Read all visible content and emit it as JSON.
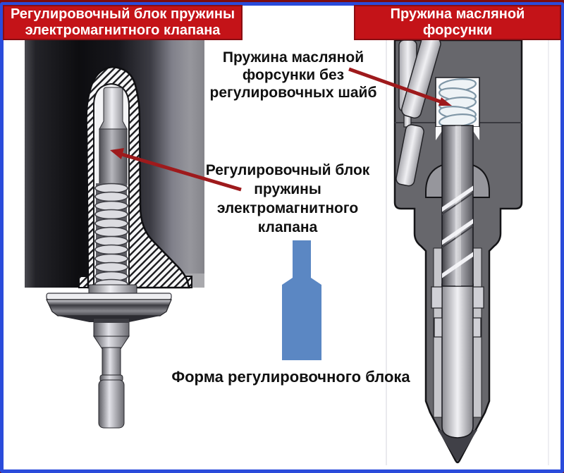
{
  "colors": {
    "border_blue": "#2a4bdb",
    "top_line_dark_red": "#7d0c10",
    "banner_red": "#c41318",
    "banner_text": "#ffffff",
    "arrow_red": "#9e1a1c",
    "block_shape_blue": "#5b87c3",
    "label_text": "#101010"
  },
  "banners": {
    "left": {
      "lines": [
        "Регулировочный блок пружины",
        "электромагнитного клапана"
      ]
    },
    "right": {
      "lines": [
        "Пружина масляной",
        "форсунки"
      ]
    }
  },
  "labels": {
    "spring_without_shims": {
      "lines": [
        "Пружина масляной",
        "форсунки без",
        "регулировочных шайб"
      ]
    },
    "adjustment_block": {
      "lines": [
        "Регулировочный блок",
        "пружины",
        "электромагнитного клапана"
      ]
    },
    "block_shape": {
      "text": "Форма регулировочного блока"
    }
  }
}
